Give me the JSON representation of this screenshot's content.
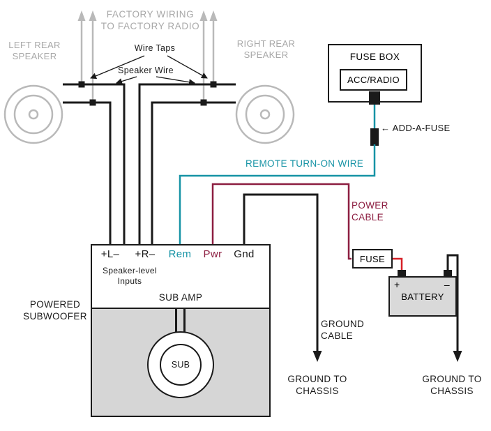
{
  "colors": {
    "gray": "#b9b9b9",
    "gray_text": "#a8a8a8",
    "black": "#1a1a1a",
    "teal": "#1693a5",
    "maroon": "#8c1d40",
    "red": "#d61f26",
    "battery_fill": "#d9d9d9",
    "sub_fill": "#d6d6d6"
  },
  "labels": {
    "factory_wiring": "FACTORY WIRING\nTO FACTORY RADIO",
    "left_rear_speaker": "LEFT REAR\nSPEAKER",
    "right_rear_speaker": "RIGHT REAR\nSPEAKER",
    "wire_taps": "Wire Taps",
    "speaker_wire": "Speaker Wire",
    "fuse_box": "FUSE BOX",
    "acc_radio": "ACC/RADIO",
    "add_a_fuse": "← ADD-A-FUSE",
    "remote_turn_on": "REMOTE TURN-ON WIRE",
    "power_cable": "POWER\nCABLE",
    "fuse": "FUSE",
    "battery": "BATTERY",
    "battery_plus": "+",
    "battery_minus": "–",
    "terminal_l": "+L–",
    "terminal_r": "+R–",
    "terminal_rem": "Rem",
    "terminal_pwr": "Pwr",
    "terminal_gnd": "Gnd",
    "speaker_level_inputs": "Speaker-level\nInputs",
    "sub_amp": "SUB AMP",
    "powered_subwoofer": "POWERED\nSUBWOOFER",
    "ground_cable": "GROUND\nCABLE",
    "ground_to_chassis_left": "GROUND TO\nCHASSIS",
    "ground_to_chassis_right": "GROUND TO\nCHASSIS",
    "sub": "SUB"
  }
}
